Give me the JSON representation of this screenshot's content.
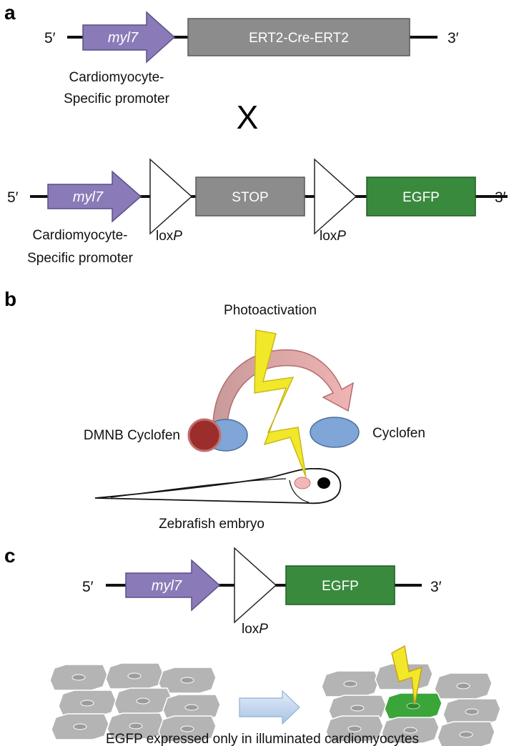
{
  "panels": {
    "a": {
      "letter": "a",
      "construct1": {
        "five_prime": "5′",
        "three_prime": "3′",
        "promoter": "myl7",
        "gene": "ERT2-Cre-ERT2",
        "promoter_caption_line1": "Cardiomyocyte-",
        "promoter_caption_line2": "Specific promoter"
      },
      "cross_symbol": "X",
      "construct2": {
        "five_prime": "5′",
        "three_prime": "3′",
        "promoter": "myl7",
        "stop": "STOP",
        "reporter": "EGFP",
        "lox_prefix": "lox",
        "lox_suffix": "P",
        "promoter_caption_line1": "Cardiomyocyte-",
        "promoter_caption_line2": "Specific promoter"
      }
    },
    "b": {
      "letter": "b",
      "photoactivation": "Photoactivation",
      "caged": "DMNB Cyclofen",
      "uncaged": "Cyclofen",
      "embryo": "Zebrafish embryo"
    },
    "c": {
      "letter": "c",
      "construct": {
        "five_prime": "5′",
        "three_prime": "3′",
        "promoter": "myl7",
        "reporter": "EGFP",
        "lox_prefix": "lox",
        "lox_suffix": "P"
      },
      "caption": "EGFP expressed only in illuminated cardiomyocytes"
    }
  },
  "colors": {
    "promoter": "#8a7bb8",
    "gray_box": "#8c8c8c",
    "egfp": "#3a8a3e",
    "bolt": "#f2e82a",
    "dmnb": "#9b2d2a",
    "cyclofen": "#7fa6d6",
    "arrow_red": "#e8a0a0",
    "cell_gray": "#b4b4b4",
    "cell_green": "#3aa63a",
    "arrow_blue": "#c8daf0"
  }
}
